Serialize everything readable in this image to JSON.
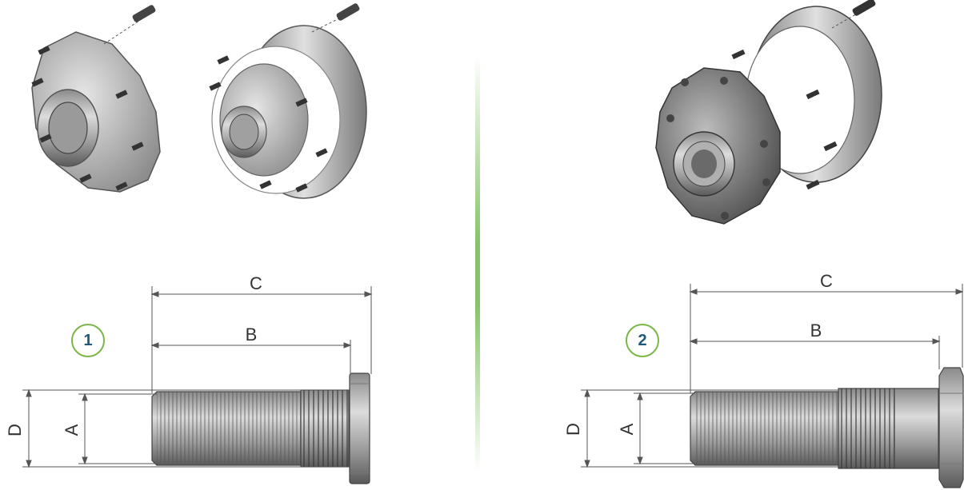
{
  "panels": [
    {
      "badge": "1",
      "dimensions": {
        "C": "C",
        "B": "B",
        "D": "D",
        "A": "A"
      }
    },
    {
      "badge": "2",
      "dimensions": {
        "C": "C",
        "B": "B",
        "D": "D",
        "A": "A"
      }
    }
  ],
  "colors": {
    "accent_green": "#7ab648",
    "badge_text": "#1f5a78",
    "metal_dark": "#4a4a4a",
    "metal_light": "#c8c8c8"
  }
}
